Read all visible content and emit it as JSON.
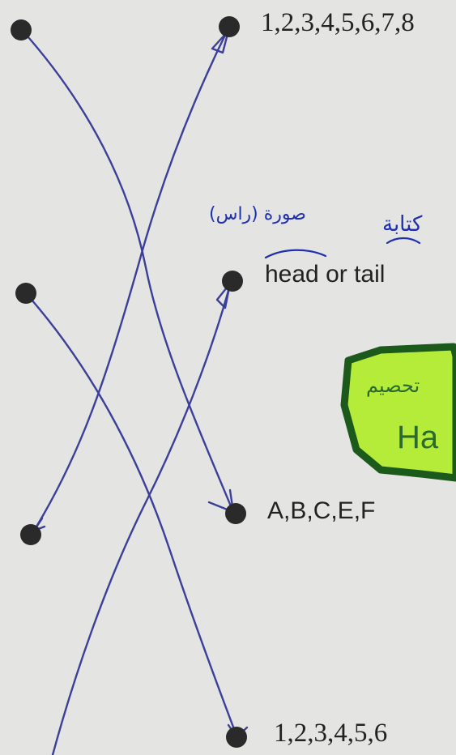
{
  "labels": {
    "top_right": "1,2,3,4,5,6,7,8",
    "middle_right": "head or tail",
    "lower_right": "A,B,C,E,F",
    "bottom_right": "1,2,3,4,5,6"
  },
  "handwriting": {
    "arabic_left": "صورة (راس)",
    "arabic_right": "كتابة"
  },
  "green_tag": {
    "arabic": "تحصيم",
    "english": "Ha"
  },
  "colors": {
    "paper": "#e4e4e2",
    "ink": "#3b3f9a",
    "dot": "#2a2a2a",
    "highlighter": "#b5ec3a"
  }
}
